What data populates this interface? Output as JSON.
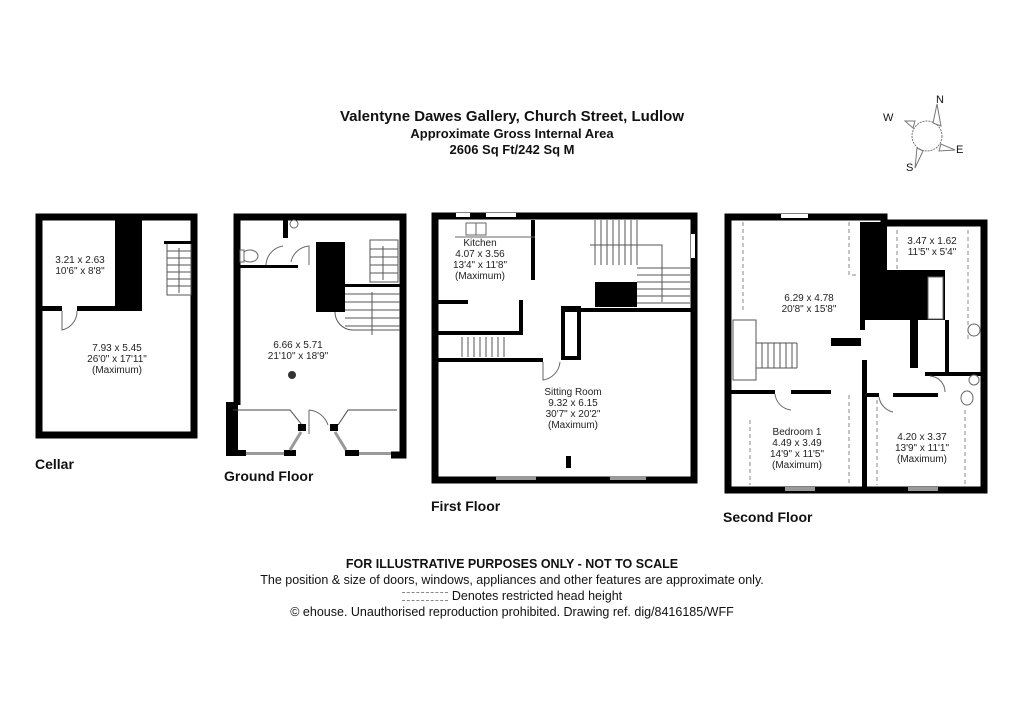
{
  "header": {
    "title": "Valentyne Dawes Gallery, Church Street, Ludlow",
    "subtitle": "Approximate Gross Internal Area",
    "area": "2606 Sq Ft/242 Sq M"
  },
  "compass": {
    "icon": "compass-rose-icon",
    "north": "N",
    "south": "S",
    "east": "E",
    "west": "W"
  },
  "floors": {
    "cellar": {
      "name": "Cellar",
      "rooms": [
        {
          "metric": "3.21 x 2.63",
          "imperial": "10'6\" x 8'8\""
        },
        {
          "metric": "7.93 x 5.45",
          "imperial": "26'0\" x 17'11\"",
          "note": "(Maximum)"
        }
      ]
    },
    "ground": {
      "name": "Ground Floor",
      "rooms": [
        {
          "metric": "6.66 x 5.71",
          "imperial": "21'10\" x 18'9\""
        }
      ]
    },
    "first": {
      "name": "First Floor",
      "rooms": [
        {
          "name": "Kitchen",
          "metric": "4.07 x 3.56",
          "imperial": "13'4\" x 11'8\"",
          "note": "(Maximum)"
        },
        {
          "name": "Sitting Room",
          "metric": "9.32 x 6.15",
          "imperial": "30'7\" x 20'2\"",
          "note": "(Maximum)"
        }
      ]
    },
    "second": {
      "name": "Second Floor",
      "rooms": [
        {
          "metric": "3.47 x 1.62",
          "imperial": "11'5\" x 5'4\""
        },
        {
          "metric": "6.29 x 4.78",
          "imperial": "20'8\" x 15'8\""
        },
        {
          "name": "Bedroom 1",
          "metric": "4.49 x 3.49",
          "imperial": "14'9\" x 11'5\"",
          "note": "(Maximum)"
        },
        {
          "metric": "4.20 x 3.37",
          "imperial": "13'9\" x 11'1\"",
          "note": "(Maximum)"
        }
      ]
    }
  },
  "footer": {
    "disclaimer": "FOR ILLUSTRATIVE PURPOSES ONLY - NOT TO SCALE",
    "note": "The position & size of doors, windows, appliances and other features are approximate only.",
    "key_text": "Denotes restricted head height",
    "copyright": "© ehouse. Unauthorised reproduction prohibited. Drawing ref. dig/8416185/WFF"
  },
  "colors": {
    "wall": "#000000",
    "window": "#9a9a9a",
    "line": "#555555",
    "dashed": "#888888"
  }
}
